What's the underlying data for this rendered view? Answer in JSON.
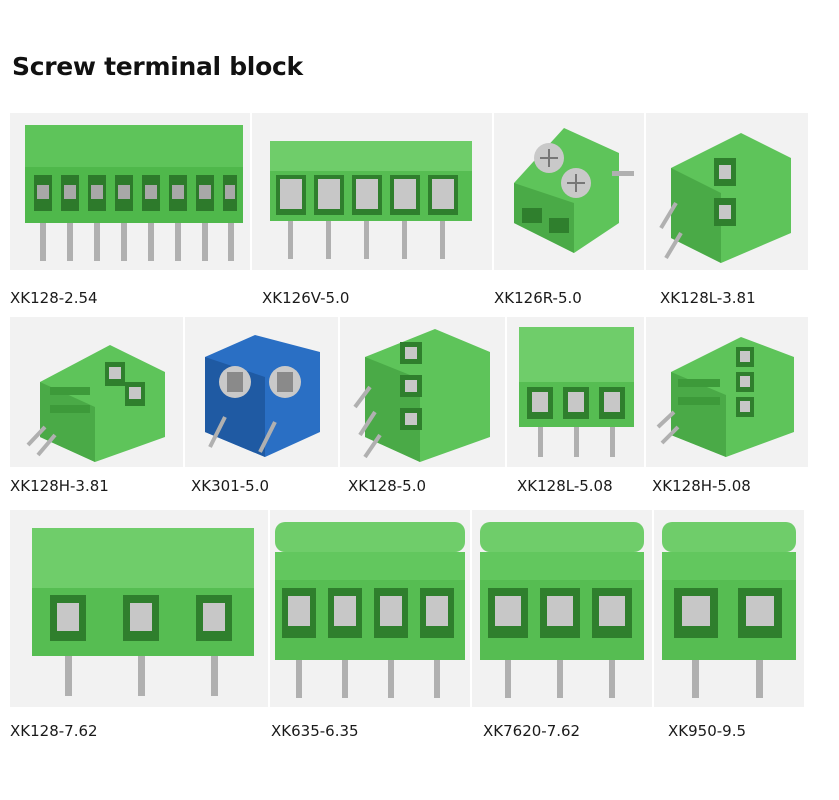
{
  "page": {
    "title": "Screw terminal block"
  },
  "colors": {
    "green": "#5ec45a",
    "green_dark": "#3f9c3c",
    "blue": "#2a6fc4",
    "blue_dark": "#1c4f93",
    "metal": "#9a9a9a"
  },
  "products": [
    {
      "label": "XK128-2.54",
      "icon": "terminal-block-8pin"
    },
    {
      "label": "XK126V-5.0",
      "icon": "terminal-block-5pin"
    },
    {
      "label": "XK126R-5.0",
      "icon": "terminal-block-2pin-right"
    },
    {
      "label": "XK128L-3.81",
      "icon": "terminal-block-2pin-angled"
    },
    {
      "label": "XK128H-3.81",
      "icon": "terminal-block-2pin-horizontal"
    },
    {
      "label": "XK301-5.0",
      "icon": "terminal-block-2pin-blue"
    },
    {
      "label": "XK128-5.0",
      "icon": "terminal-block-3pin-angled"
    },
    {
      "label": "XK128L-5.08",
      "icon": "terminal-block-3pin"
    },
    {
      "label": "XK128H-5.08",
      "icon": "terminal-block-3pin-horizontal"
    },
    {
      "label": "XK128-7.62",
      "icon": "terminal-block-3pin-large"
    },
    {
      "label": "XK635-6.35",
      "icon": "terminal-block-4pin"
    },
    {
      "label": "XK7620-7.62",
      "icon": "terminal-block-3pin-large"
    },
    {
      "label": "XK950-9.5",
      "icon": "terminal-block-2pin-large"
    }
  ]
}
